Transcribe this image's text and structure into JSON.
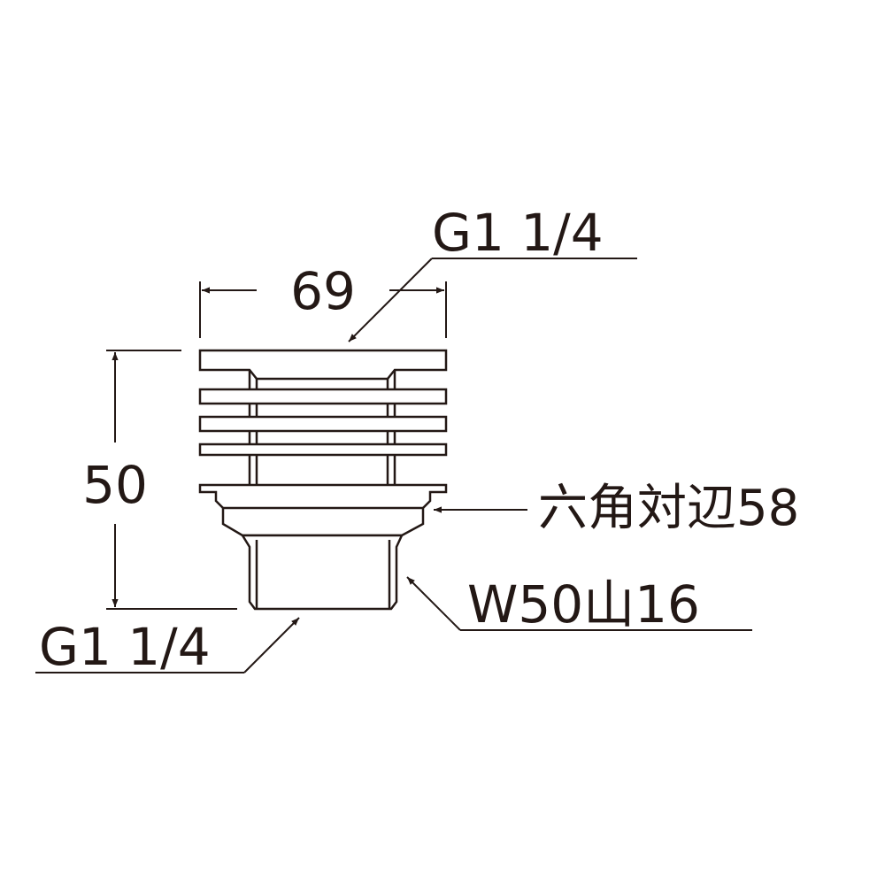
{
  "dimensions": {
    "width_label": "69",
    "height_label": "50"
  },
  "callouts": {
    "top_thread": "G1 1/4",
    "hex_across_flats": "六角対辺58",
    "outer_thread": "W50山16",
    "bottom_thread": "G1 1/4"
  },
  "colors": {
    "ink": "#231815",
    "background": "#ffffff"
  }
}
